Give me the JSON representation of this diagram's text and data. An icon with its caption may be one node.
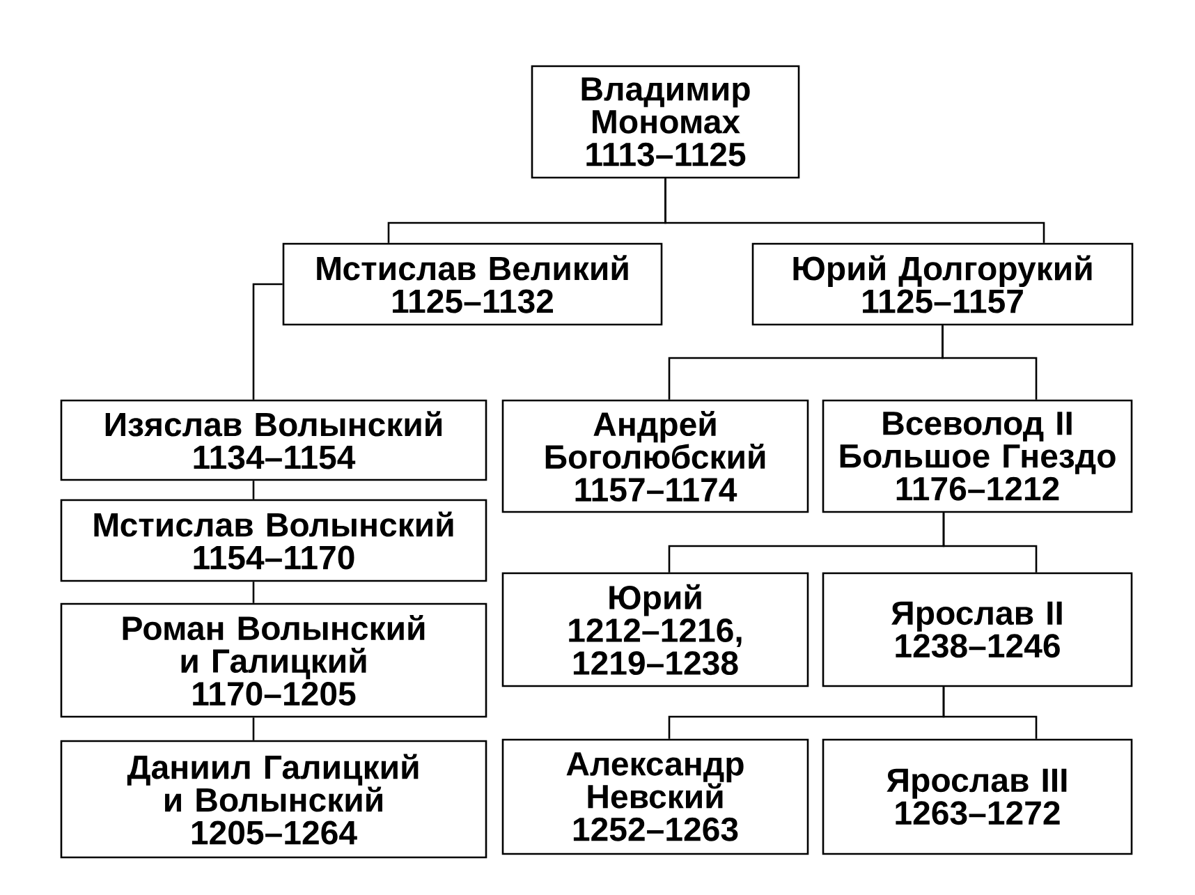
{
  "diagram": {
    "nodes": [
      {
        "text": [
          "Владимир Мономах",
          "1113–1125"
        ]
      },
      {
        "text": [
          "Мстислав Великий",
          "1125–1132"
        ]
      },
      {
        "text": [
          "Юрий Долгорукий",
          "1125–1157"
        ]
      },
      {
        "text": [
          "Изяслав Волынский",
          "1134–1154"
        ]
      },
      {
        "text": [
          "Андрей Боголюбский",
          "1157–1174"
        ]
      },
      {
        "text": [
          "Всеволод II Большое Гнездо",
          "1176–1212"
        ]
      },
      {
        "text": [
          "Мстислав Волынский",
          "1154–1170"
        ]
      },
      {
        "text": [
          "Юрий",
          "1212–1216, 1219–1238"
        ]
      },
      {
        "text": [
          "Ярослав II",
          "1238–1246"
        ]
      },
      {
        "text": [
          "Роман Волынский и Галицкий",
          "1170–1205"
        ]
      },
      {
        "text": [
          "Даниил Галицкий и Волынский",
          "1205–1264"
        ]
      },
      {
        "text": [
          "Александр Невский",
          "1252–1263"
        ]
      },
      {
        "text": [
          "Ярослав III",
          "1263–1272"
        ]
      }
    ],
    "edges": [
      {
        "from": 0,
        "to": 1,
        "arrow": "none"
      },
      {
        "from": 0,
        "to": 2,
        "arrow": "none"
      },
      {
        "from": 1,
        "to": 3,
        "arrow": "none"
      },
      {
        "from": 2,
        "to": 4,
        "arrow": "none"
      },
      {
        "from": 2,
        "to": 5,
        "arrow": "none"
      },
      {
        "from": 3,
        "to": 6,
        "arrow": "none"
      },
      {
        "from": 5,
        "to": 7,
        "arrow": "none"
      },
      {
        "from": 5,
        "to": 8,
        "arrow": "none"
      },
      {
        "from": 6,
        "to": 9,
        "arrow": "none"
      },
      {
        "from": 8,
        "to": 11,
        "arrow": "none"
      },
      {
        "from": 8,
        "to": 12,
        "arrow": "none"
      },
      {
        "from": 9,
        "to": 10,
        "arrow": "none"
      }
    ]
  }
}
